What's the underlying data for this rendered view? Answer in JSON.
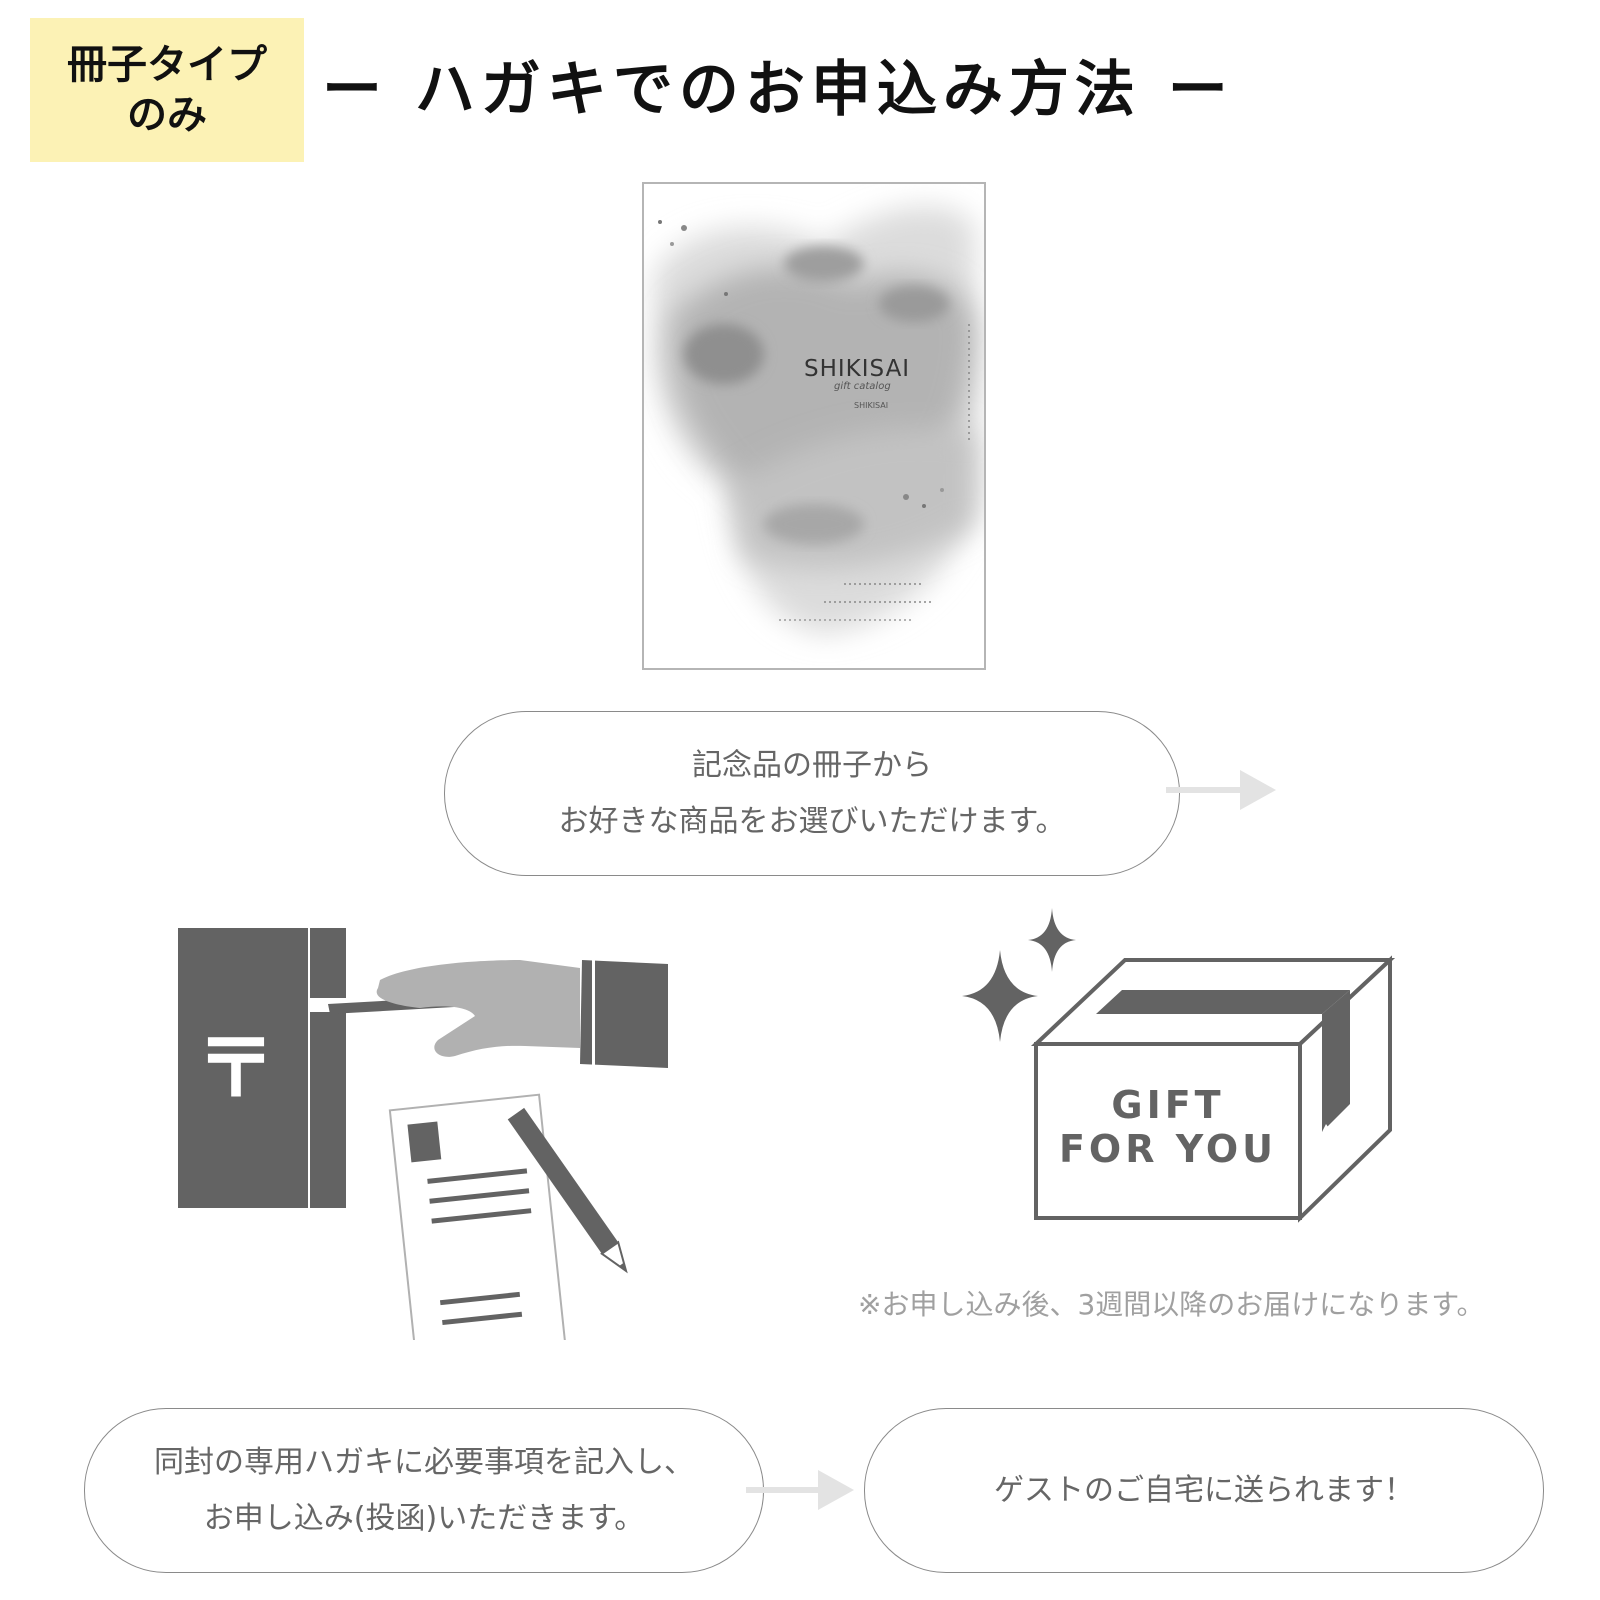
{
  "badge": {
    "line1": "冊子タイプ",
    "line2": "のみ"
  },
  "heading": {
    "title": "ー ハガキでのお申込み方法 ー"
  },
  "booklet": {
    "brand": "SHIKISAI",
    "script": "gift catalog",
    "sub": "SHIKISAI"
  },
  "steps": {
    "step1": {
      "line1": "記念品の冊子から",
      "line2": "お好きな商品をお選びいただけます。"
    },
    "step2": {
      "line1": "同封の専用ハガキに必要事項を記入し、",
      "line2": "お申し込み(投函)いただきます。"
    },
    "step3": {
      "line1": "ゲストのご自宅に送られます！"
    }
  },
  "postbox": {
    "mark": "〒"
  },
  "gift_box": {
    "line1": "GIFT",
    "line2": "FOR YOU"
  },
  "note": "※お申し込み後、3週間以降のお届けになります。",
  "colors": {
    "badge_bg": "#fcf2b5",
    "icon_gray": "#636363",
    "hand_gray": "#b1b1b1",
    "arrow_gray": "#e3e3e3",
    "pill_border": "#8a8a8a"
  }
}
